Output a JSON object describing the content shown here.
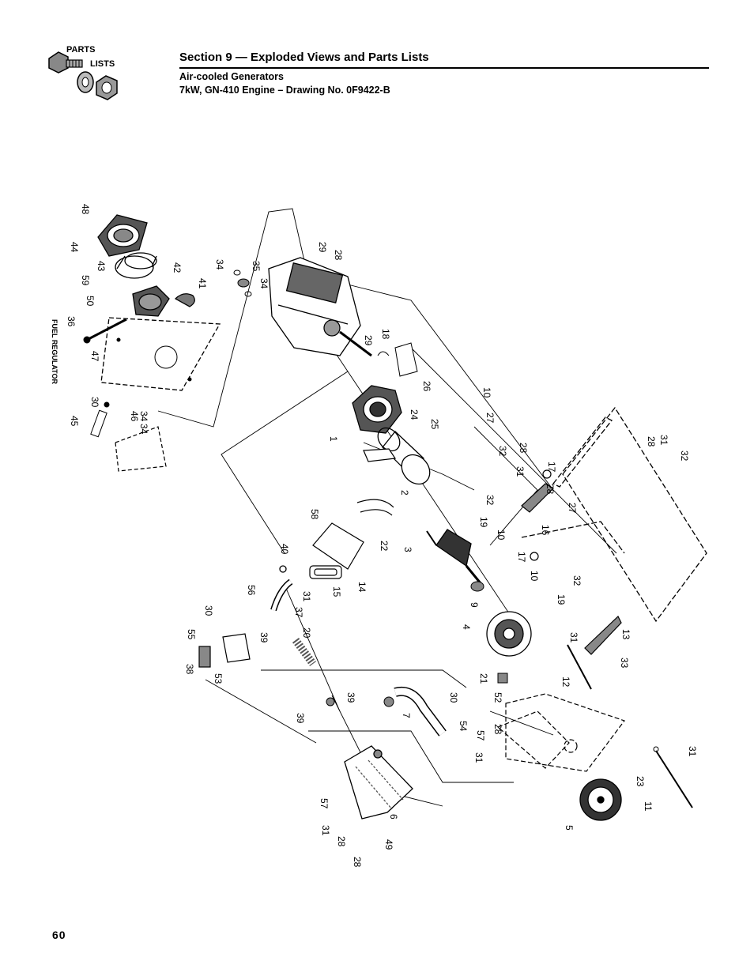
{
  "logo": {
    "line1": "PARTS",
    "line2": "LISTS"
  },
  "header": {
    "section_title": "Section 9 — Exploded Views and Parts Lists",
    "subtitle_line1": "Air-cooled Generators",
    "subtitle_line2": "7kW, GN-410 Engine – Drawing No. 0F9422-B"
  },
  "diagram": {
    "fuel_regulator_label": "FUEL REGULATOR",
    "callouts": [
      "48",
      "44",
      "43",
      "59",
      "50",
      "36",
      "47",
      "42",
      "41",
      "34",
      "35",
      "34",
      "34",
      "29",
      "28",
      "30",
      "45",
      "46",
      "34",
      "29",
      "18",
      "26",
      "24",
      "25",
      "1",
      "10",
      "27",
      "32",
      "28",
      "31",
      "17",
      "28",
      "28",
      "31",
      "32",
      "2",
      "32",
      "19",
      "10",
      "16",
      "27",
      "58",
      "22",
      "3",
      "17",
      "10",
      "32",
      "19",
      "40",
      "15",
      "14",
      "9",
      "56",
      "31",
      "37",
      "30",
      "39",
      "20",
      "4",
      "31",
      "13",
      "55",
      "38",
      "53",
      "33",
      "12",
      "21",
      "52",
      "39",
      "30",
      "54",
      "57",
      "28",
      "31",
      "7",
      "39",
      "31",
      "23",
      "11",
      "5",
      "57",
      "31",
      "28",
      "6",
      "28",
      "49"
    ]
  },
  "footer": {
    "page_number": "60"
  }
}
